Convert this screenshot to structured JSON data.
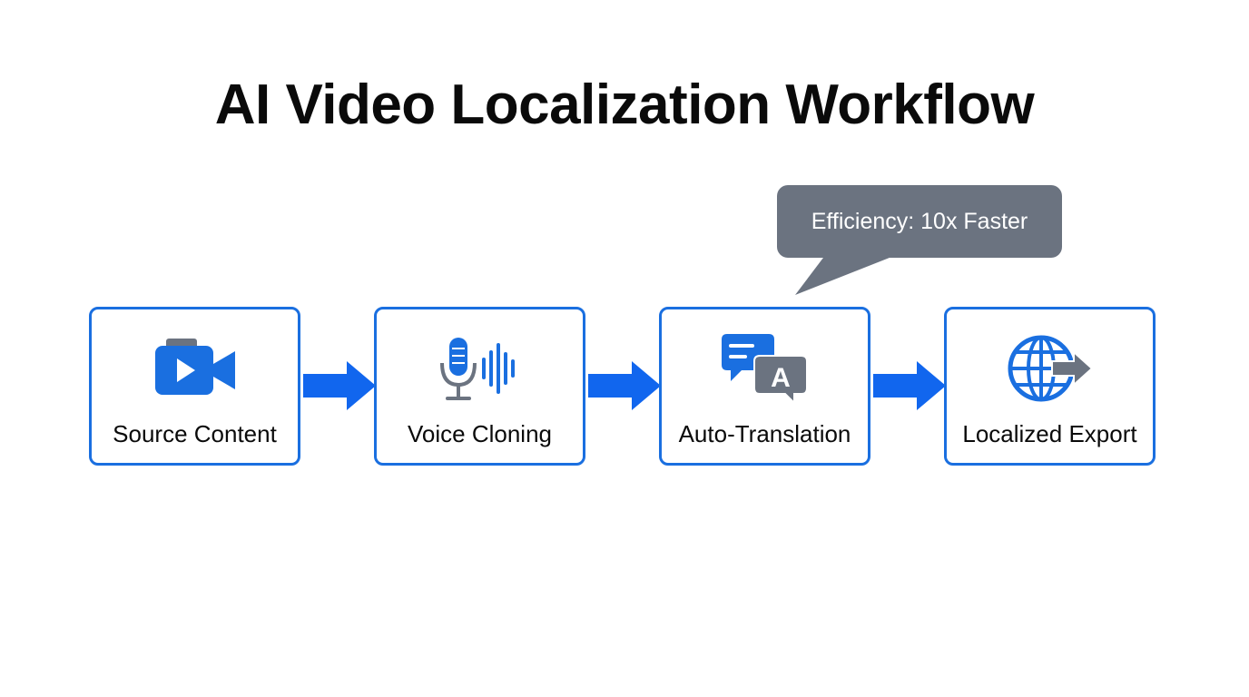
{
  "title": "AI Video Localization Workflow",
  "callout": {
    "text": "Efficiency: 10x Faster"
  },
  "steps": [
    {
      "label": "Source Content",
      "icon": "video-camera-icon"
    },
    {
      "label": "Voice Cloning",
      "icon": "microphone-waveform-icon"
    },
    {
      "label": "Auto-Translation",
      "icon": "translation-chat-icon"
    },
    {
      "label": "Localized Export",
      "icon": "globe-export-icon"
    }
  ],
  "colors": {
    "accent": "#1a6fe0",
    "arrow": "#1166ee",
    "gray": "#6b7380",
    "text": "#0a0a0a"
  }
}
